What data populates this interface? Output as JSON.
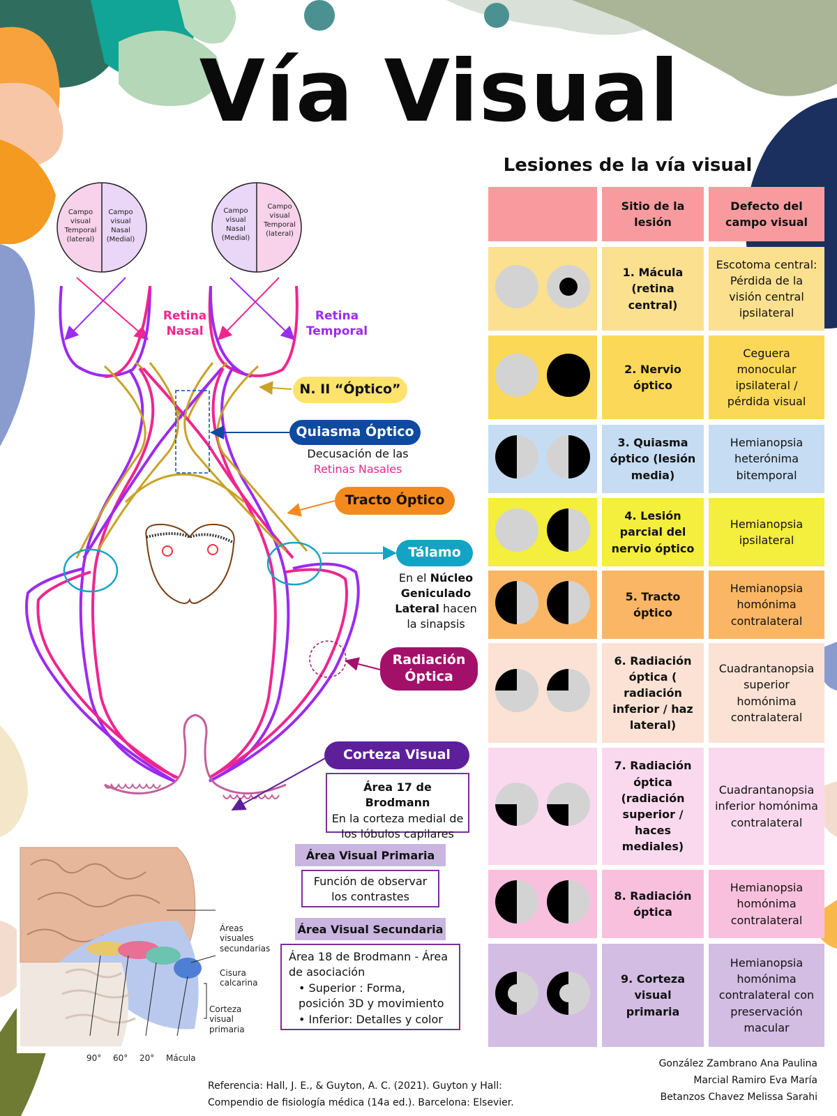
{
  "title": "Vía Visual",
  "lesions": {
    "subtitle": "Lesiones de la vía visual",
    "header": {
      "site": "Sitio de la lesión",
      "defect": "Defecto del campo visual"
    },
    "rows": [
      {
        "site": "1.    Mácula (retina central)",
        "defect": "Escotoma central: Pérdida de la visión central ipsilateral",
        "color": "#fbe08f",
        "left_eye": "none",
        "right_eye": "center-dot"
      },
      {
        "site": "2. Nervio óptico",
        "defect": "Ceguera monocular ipsilateral / pérdida visual",
        "color": "#fbd857",
        "left_eye": "none",
        "right_eye": "full"
      },
      {
        "site": "3. Quiasma óptico (lesión media)",
        "defect": "Hemianopsia heterónima bitemporal",
        "color": "#c5dcf3",
        "left_eye": "left-half",
        "right_eye": "right-half"
      },
      {
        "site": "4. Lesión parcial del nervio óptico",
        "defect": "Hemianopsia ipsilateral",
        "color": "#f4ee3c",
        "left_eye": "none",
        "right_eye": "left-half"
      },
      {
        "site": "5. Tracto óptico",
        "defect": "Hemianopsia homónima contralateral",
        "color": "#fbb665",
        "left_eye": "left-half",
        "right_eye": "left-half"
      },
      {
        "site": "6. Radiación óptica ( radiación inferior / haz lateral)",
        "defect": "Cuadrantanopsia superior homónima contralateral",
        "color": "#fbe2d4",
        "left_eye": "top-left",
        "right_eye": "top-left"
      },
      {
        "site": "7. Radiación óptica (radiación superior / haces mediales)",
        "defect": "Cuadrantanopsia inferior homónima contralateral",
        "color": "#fad9ee",
        "left_eye": "bottom-left",
        "right_eye": "bottom-left"
      },
      {
        "site": "8. Radiación óptica",
        "defect": "Hemianopsia homónima contralateral",
        "color": "#f9c0de",
        "left_eye": "left-half",
        "right_eye": "left-half"
      },
      {
        "site": "9. Corteza visual primaria",
        "defect": "Hemianopsia homónima contralateral con preservación macular",
        "color": "#d3bde3",
        "left_eye": "left-half-sparing",
        "right_eye": "left-half-sparing"
      }
    ]
  },
  "fields": {
    "left": {
      "a": "Campo visual Temporal (lateral)",
      "b": "Campo visual Nasal (Medial)"
    },
    "right": {
      "a": "Campo visual Nasal (Medial)",
      "b": "Campo visual Temporal (lateral)"
    }
  },
  "labels": {
    "retina_nasal": "Retina Nasal",
    "retina_temporal": "Retina Temporal",
    "optic_nerve": "N. II “Óptico”",
    "chiasm": "Quiasma Óptico",
    "chiasm_desc_1": "Decusación de las",
    "chiasm_desc_2": "Retinas Nasales",
    "tract": "Tracto Óptico",
    "thalamus": "Tálamo",
    "thalamus_desc_1": "En el",
    "thalamus_desc_2": "Núcleo Geniculado Lateral",
    "thalamus_desc_3": "hacen la sinapsis",
    "radiation": "Radiación Óptica",
    "cortex": "Corteza Visual",
    "cortex_box_title": "Área 17 de Brodmann",
    "cortex_box_text": "En la corteza medial de los lóbulos capilares",
    "primary": "Área Visual Primaria",
    "primary_text": "Función de observar los contrastes",
    "secondary": "Área Visual Secundaria",
    "secondary_text": "Área 18 de Brodmann - Área de asociación",
    "secondary_b1": "Superior : Forma, posición 3D y movimiento",
    "secondary_b2": "Inferior: Detalles y color"
  },
  "brain_figure": {
    "secondary_areas": "Áreas visuales secundarias",
    "calcarine": "Cisura calcarina",
    "primary_cortex": "Corteza visual primaria",
    "deg90": "90°",
    "deg60": "60°",
    "deg20": "20°",
    "macula": "Mácula"
  },
  "reference": {
    "line1": "Referencia: Hall, J. E., & Guyton, A. C. (2021). Guyton y Hall:",
    "line2": "Compendio de fisiología médica (14a ed.). Barcelona: Elsevier."
  },
  "authors": [
    "González Zambrano Ana Paulina",
    "Marcial Ramiro Eva María",
    "Betanzos Chavez Melissa Sarahi"
  ],
  "colors": {
    "pink": "#f0258f",
    "purple": "#9b2bf0",
    "gold": "#c9a227",
    "navy": "#0d4aa0",
    "teal": "#14a3c4",
    "orange": "#f48a1e",
    "magenta": "#a3106a",
    "violet": "#5d1f9a",
    "yellow_pill": "#fde36e"
  }
}
